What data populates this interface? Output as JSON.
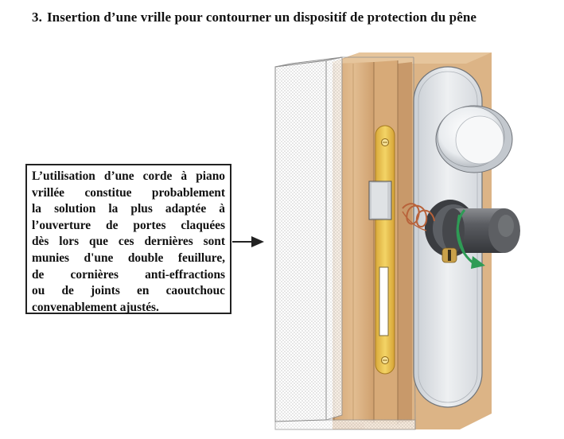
{
  "section": {
    "number": "3.",
    "title": "Insertion d’une vrille pour contourner un dispositif de protection du pêne"
  },
  "callout": {
    "lines": [
      "L’utilisation d’une corde à piano",
      "vrillée constitue probablement",
      "la solution la plus adaptée à",
      "l’ouverture de portes claquées",
      "dès lors que ces dernières sont",
      "munies d'une double feuillure,",
      "de cornières anti-effractions",
      "ou de joints en caoutchouc",
      "convenablement ajustés."
    ]
  },
  "colors": {
    "wood": "#dcb486",
    "wood_dark": "#c9996a",
    "brass": "#e8c14e",
    "plate": "#d8dde2",
    "knob": "#4d4f54",
    "wire": "#b8623a",
    "arrow": "#2e9b55"
  }
}
